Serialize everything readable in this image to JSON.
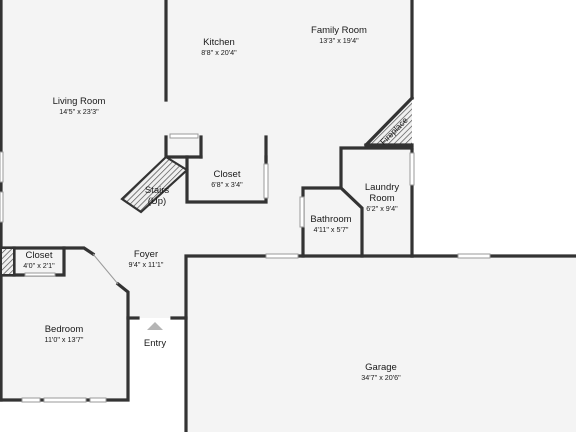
{
  "plan": {
    "colors": {
      "floor": "#f4f4f4",
      "wall": "#333333",
      "background": "#ffffff",
      "entry_marker": "#b5b5b5"
    },
    "rooms": {
      "kitchen": {
        "name": "Kitchen",
        "dims": "8'8\" x 20'4\""
      },
      "family_room": {
        "name": "Family Room",
        "dims": "13'3\" x 19'4\""
      },
      "living_room": {
        "name": "Living Room",
        "dims": "14'5\" x 23'3\""
      },
      "closet_center": {
        "name": "Closet",
        "dims": "6'8\" x 3'4\""
      },
      "stairs": {
        "line1": "Stairs",
        "line2": "(Up)"
      },
      "fireplace": {
        "name": "Fireplace"
      },
      "laundry": {
        "line1": "Laundry",
        "line2": "Room",
        "dims": "6'2\" x 9'4\""
      },
      "bathroom": {
        "name": "Bathroom",
        "dims": "4'11\" x 5'7\""
      },
      "closet_left": {
        "name": "Closet",
        "dims": "4'0\" x 2'1\""
      },
      "foyer": {
        "name": "Foyer",
        "dims": "9'4\" x 11'1\""
      },
      "bedroom": {
        "name": "Bedroom",
        "dims": "11'0\" x 13'7\""
      },
      "entry": {
        "name": "Entry"
      },
      "garage": {
        "name": "Garage",
        "dims": "34'7\" x 20'6\""
      }
    }
  }
}
